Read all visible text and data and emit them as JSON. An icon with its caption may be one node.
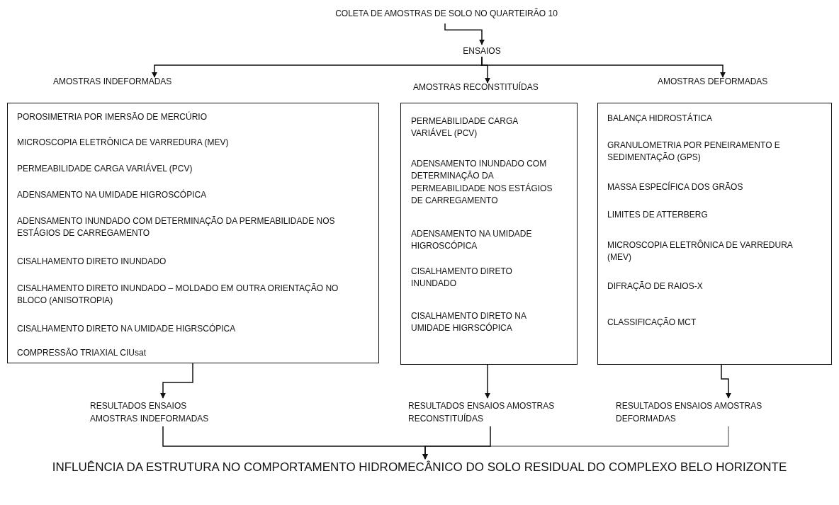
{
  "diagram": {
    "nodes": [
      {
        "text": [
          "COLETA DE AMOSTRAS DE SOLO NO QUARTEIRÃO 10"
        ]
      },
      {
        "text": [
          "ENSAIOS"
        ]
      },
      {
        "text": [
          "AMOSTRAS INDEFORMADAS",
          "POROSIMETRIA POR IMERSÃO DE MERCÚRIO",
          "MICROSCOPIA ELETRÔNICA DE VARREDURA (MEV)",
          "PERMEABILIDADE CARGA VARIÁVEL (PCV)",
          "ADENSAMENTO NA UMIDADE HIGROSCÓPICA",
          "ADENSAMENTO INUNDADO COM DETERMINAÇÃO DA PERMEABILIDADE NOS ESTÁGIOS DE CARREGAMENTO",
          "CISALHAMENTO DIRETO INUNDADO",
          "CISALHAMENTO DIRETO INUNDADO – MOLDADO EM OUTRA ORIENTAÇÃO NO BLOCO (ANISOTROPIA)",
          "CISALHAMENTO DIRETO NA UMIDADE HIGRSCÓPICA",
          "COMPRESSÃO TRIAXIAL CIUsat"
        ]
      },
      {
        "text": [
          "AMOSTRAS RECONSTITUÍDAS",
          "PERMEABILIDADE CARGA VARIÁVEL (PCV)",
          "ADENSAMENTO INUNDADO COM DETERMINAÇÃO DA PERMEABILIDADE NOS ESTÁGIOS DE CARREGAMENTO",
          "ADENSAMENTO NA UMIDADE HIGROSCÓPICA",
          "CISALHAMENTO DIRETO INUNDADO",
          "CISALHAMENTO DIRETO NA UMIDADE HIGRSCÓPICA"
        ]
      },
      {
        "text": [
          "AMOSTRAS DEFORMADAS",
          "BALANÇA HIDROSTÁTICA",
          "GRANULOMETRIA POR PENEIRAMENTO E SEDIMENTAÇÃO (GPS)",
          "MASSA ESPECÍFICA DOS GRÃOS",
          "LIMITES DE ATTERBERG",
          "MICROSCOPIA ELETRÔNICA DE VARREDURA (MEV)",
          "DIFRAÇÃO DE RAIOS-X",
          "CLASSIFICAÇÃO MCT"
        ]
      },
      {
        "text": [
          "RESULTADOS ENSAIOS AMOSTRAS INDEFORMADAS"
        ]
      },
      {
        "text": [
          "RESULTADOS ENSAIOS AMOSTRAS RECONSTITUÍDAS"
        ]
      },
      {
        "text": [
          "RESULTADOS ENSAIOS AMOSTRAS DEFORMADAS"
        ]
      },
      {
        "text": [
          "INFLUÊNCIA DA ESTRUTURA NO COMPORTAMENTO HIDROMECÂNICO DO SOLO RESIDUAL DO COMPLEXO BELO HORIZONTE"
        ]
      }
    ],
    "edges": [
      {
        "from": 0,
        "to": 1,
        "arrow": "to"
      },
      {
        "from": 1,
        "to": 2,
        "arrow": "to"
      },
      {
        "from": 1,
        "to": 3,
        "arrow": "to"
      },
      {
        "from": 1,
        "to": 4,
        "arrow": "to"
      },
      {
        "from": 2,
        "to": 5,
        "arrow": "to"
      },
      {
        "from": 3,
        "to": 6,
        "arrow": "to"
      },
      {
        "from": 4,
        "to": 7,
        "arrow": "to"
      },
      {
        "from": 5,
        "to": 8,
        "arrow": "to"
      },
      {
        "from": 6,
        "to": 8,
        "arrow": "to"
      },
      {
        "from": 7,
        "to": 8,
        "arrow": "to",
        "color": "#7f7f7f"
      }
    ]
  }
}
